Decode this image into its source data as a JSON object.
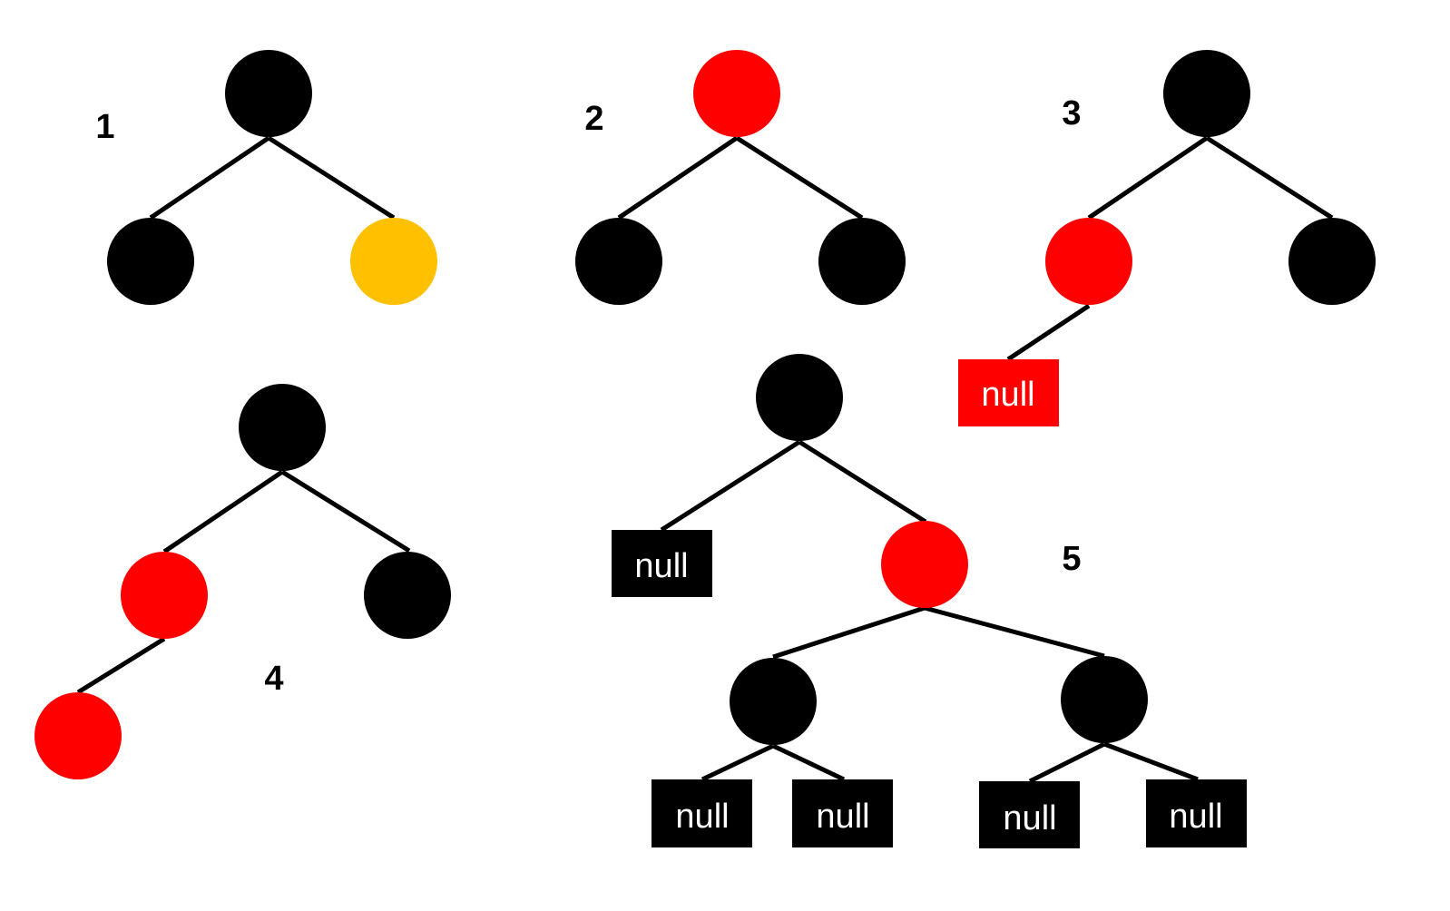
{
  "colors": {
    "black": "#000000",
    "red": "#ff0000",
    "yellow": "#ffc000",
    "null_text": "#ffffff"
  },
  "trees": [
    {
      "label": "1",
      "nodes": [
        {
          "id": "t1-root",
          "kind": "circle",
          "color": "black"
        },
        {
          "id": "t1-left",
          "kind": "circle",
          "color": "black"
        },
        {
          "id": "t1-right",
          "kind": "circle",
          "color": "yellow"
        }
      ]
    },
    {
      "label": "2",
      "nodes": [
        {
          "id": "t2-root",
          "kind": "circle",
          "color": "red"
        },
        {
          "id": "t2-left",
          "kind": "circle",
          "color": "black"
        },
        {
          "id": "t2-right",
          "kind": "circle",
          "color": "black"
        }
      ]
    },
    {
      "label": "3",
      "nodes": [
        {
          "id": "t3-root",
          "kind": "circle",
          "color": "black"
        },
        {
          "id": "t3-left",
          "kind": "circle",
          "color": "red"
        },
        {
          "id": "t3-right",
          "kind": "circle",
          "color": "black"
        },
        {
          "id": "t3-null",
          "kind": "null",
          "color": "red",
          "text": "null"
        }
      ]
    },
    {
      "label": "4",
      "nodes": [
        {
          "id": "t4-root",
          "kind": "circle",
          "color": "black"
        },
        {
          "id": "t4-left",
          "kind": "circle",
          "color": "red"
        },
        {
          "id": "t4-right",
          "kind": "circle",
          "color": "black"
        },
        {
          "id": "t4-left-left",
          "kind": "circle",
          "color": "red"
        }
      ]
    },
    {
      "label": "5",
      "nodes": [
        {
          "id": "t5-root",
          "kind": "circle",
          "color": "black"
        },
        {
          "id": "t5-null-left",
          "kind": "null",
          "color": "black",
          "text": "null"
        },
        {
          "id": "t5-right",
          "kind": "circle",
          "color": "red"
        },
        {
          "id": "t5-rl",
          "kind": "circle",
          "color": "black"
        },
        {
          "id": "t5-rr",
          "kind": "circle",
          "color": "black"
        },
        {
          "id": "t5-rl-null-a",
          "kind": "null",
          "color": "black",
          "text": "null"
        },
        {
          "id": "t5-rl-null-b",
          "kind": "null",
          "color": "black",
          "text": "null"
        },
        {
          "id": "t5-rr-null-a",
          "kind": "null",
          "color": "black",
          "text": "null"
        },
        {
          "id": "t5-rr-null-b",
          "kind": "null",
          "color": "black",
          "text": "null"
        }
      ]
    }
  ]
}
